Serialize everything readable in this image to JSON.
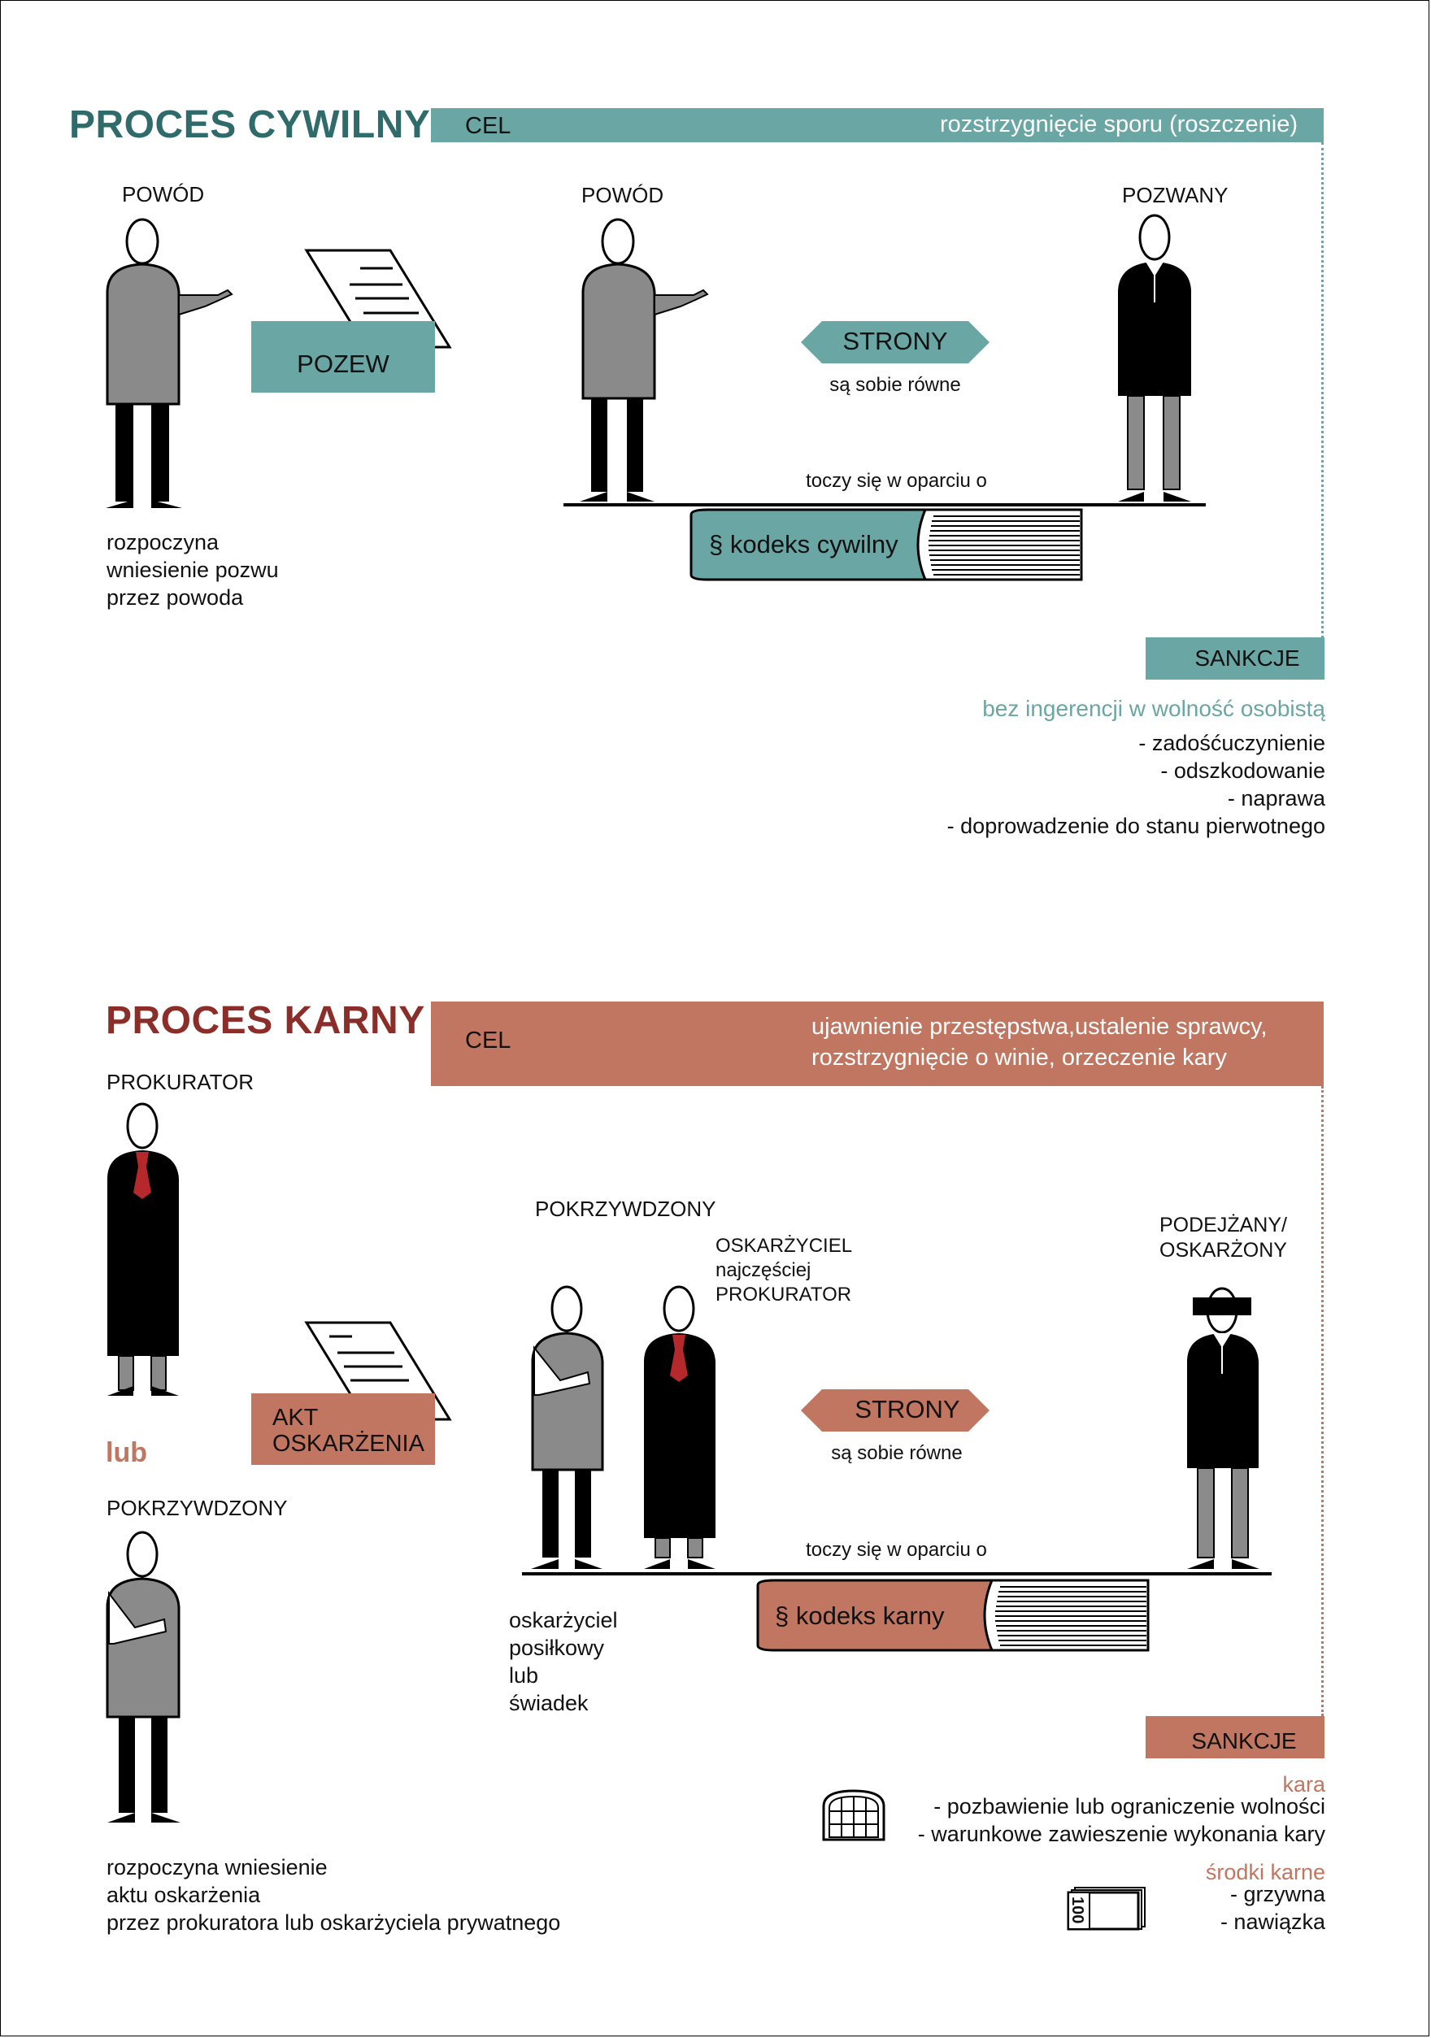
{
  "colors": {
    "teal": "#6aa6a4",
    "teal_dark": "#2f6b6a",
    "rust": "#c07660",
    "rust_dark": "#8b2e2a",
    "gray": "#8a8a8a",
    "black": "#111111",
    "red": "#b5282c"
  },
  "civil": {
    "title": "PROCES CYWILNY",
    "cel_label": "CEL",
    "cel_text": "rozstrzygnięcie sporu (roszczenie)",
    "powod_left": "POWÓD",
    "pozew": "POZEW",
    "start_text": [
      "rozpoczyna",
      "wniesienie pozwu",
      "przez powoda"
    ],
    "powod_mid": "POWÓD",
    "pozwany": "POZWANY",
    "strony": "STRONY",
    "strony_sub": "są sobie równe",
    "toczy": "toczy się w oparciu o",
    "book": "§  kodeks cywilny",
    "sankcje": "SANKCJE",
    "sankcje_sub": "bez ingerencji w wolność osobistą",
    "sankcje_list": [
      "- zadośćuczynienie",
      "- odszkodowanie",
      "- naprawa",
      "- doprowadzenie do stanu pierwotnego"
    ]
  },
  "criminal": {
    "title": "PROCES KARNY",
    "cel_label": "CEL",
    "cel_text": [
      "ujawnienie przestępstwa,ustalenie sprawcy,",
      "rozstrzygnięcie o winie, orzeczenie kary"
    ],
    "prokurator": "PROKURATOR",
    "akt": [
      "AKT",
      "OSKARŻENIA"
    ],
    "lub": "lub",
    "pokrzywdzony_left": "POKRZYWDZONY",
    "start_text": [
      "rozpoczyna wniesienie",
      "aktu oskarżenia",
      "przez prokuratora lub oskarżyciela prywatnego"
    ],
    "pokrzywdzony_mid": "POKRZYWDZONY",
    "oskarzyciel": [
      "OSKARŻYCIEL",
      "najczęściej",
      "PROKURATOR"
    ],
    "podejzany": [
      "PODEJŻANY/",
      "OSKARŻONY"
    ],
    "strony": "STRONY",
    "strony_sub": "są sobie równe",
    "toczy": "toczy się w oparciu o",
    "book": "§  kodeks karny",
    "posilkowy": [
      "oskarżyciel",
      "posiłkowy",
      "lub",
      "świadek"
    ],
    "sankcje": "SANKCJE",
    "kara": "kara",
    "kara_list": [
      "- pozbawienie lub ograniczenie wolności",
      "- warunkowe zawieszenie wykonania kary"
    ],
    "srodki": "środki karne",
    "srodki_list": [
      "- grzywna",
      "- nawiązka"
    ],
    "money_label": "100"
  }
}
